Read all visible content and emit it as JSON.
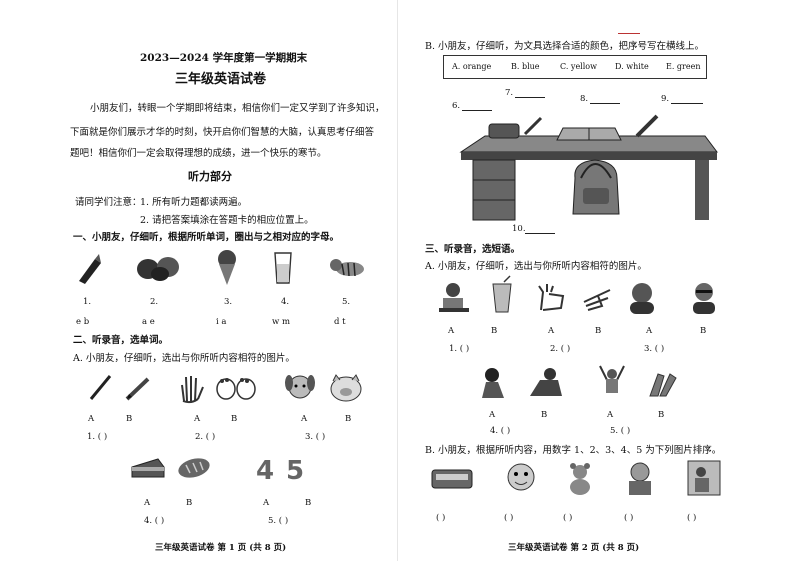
{
  "page1": {
    "title": "2023—2024 学年度第一学期期末",
    "subtitle": "三年级英语试卷",
    "intro": [
      "小朋友们，转眼一个学期即将结束，相信你们一定又学到了许多知识，",
      "下面就是你们展示才华的时刻，快开启你们智慧的大脑，认真思考仔细答",
      "题吧！相信你们一定会取得理想的成绩，进一个快乐的寒节。"
    ],
    "section_title": "听力部分",
    "notice_label": "请同学们注意：",
    "notice_1": "1. 所有听力题都读两遍。",
    "notice_2": "2. 请把答案填涂在答题卡的相应位置上。",
    "q1_heading": "一、小朋友，仔细听，根据所听单词，圈出与之相对应的字母。",
    "q1_numbers": [
      "1.",
      "2.",
      "3.",
      "4.",
      "5."
    ],
    "q1_letters": [
      "e   b",
      "a   e",
      "i   a",
      "w   m",
      "d   t"
    ],
    "q2_heading": "二、听录音，选单词。",
    "q2_sub": "A. 小朋友，仔细听，选出与你所听内容相符的图片。",
    "q2_ab": [
      "A",
      "B"
    ],
    "q2_blanks": [
      "1. (      )",
      "2. (      )",
      "3. (      )",
      "4. (      )",
      "5. (      )"
    ],
    "footer": "三年级英语试卷   第 1 页    (共 8 页)"
  },
  "page2": {
    "partB_heading": "B. 小朋友，仔细听，为文具选择合适的颜色，把序号写在横线上。",
    "color_options": [
      "A. orange",
      "B. blue",
      "C. yellow",
      "D. white",
      "E. green"
    ],
    "desk_labels": [
      "6.",
      "7.",
      "8.",
      "9.",
      "10."
    ],
    "q3_heading": "三、听录音，选短语。",
    "q3_sub": "A. 小朋友，仔细听，选出与你所听内容相符的图片。",
    "q3_ab": [
      "A",
      "B"
    ],
    "q3_blanks": [
      "1. (      )",
      "2. (      )",
      "3. (      )",
      "4. (      )",
      "5. (      )"
    ],
    "q3_subB": "B. 小朋友，根据所听内容，用数字 1、2、3、4、5 为下列图片排序。",
    "order_blank": "(        )",
    "footer": "三年级英语试卷   第 2 页    (共 8 页)"
  }
}
